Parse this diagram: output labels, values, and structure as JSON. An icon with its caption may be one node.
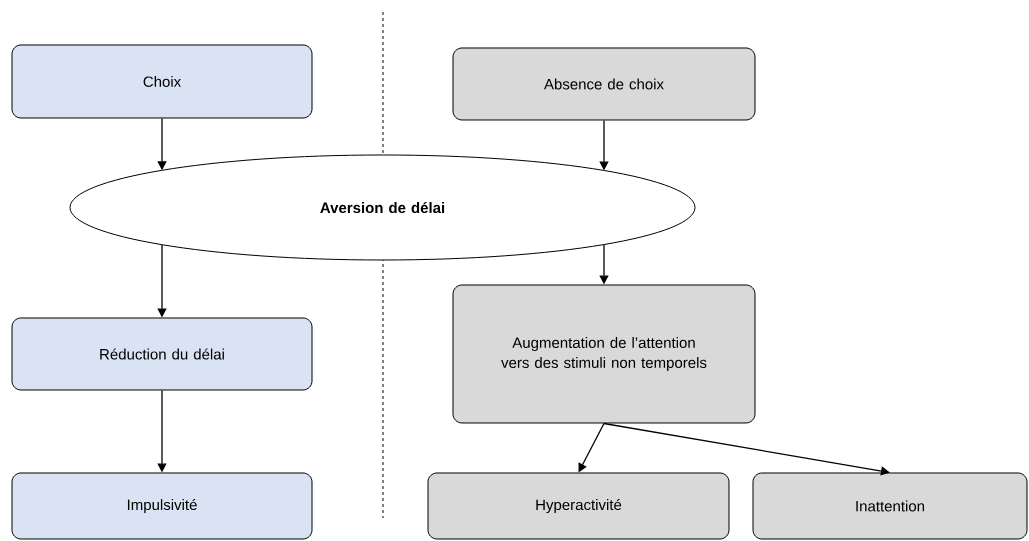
{
  "diagram": {
    "nodes": [
      {
        "text": [
          "Choix"
        ]
      },
      {
        "text": [
          "Absence de choix"
        ]
      },
      {
        "text": [
          "Aversion de délai"
        ]
      },
      {
        "text": [
          "Réduction du délai"
        ]
      },
      {
        "text": [
          "Augmentation de l’attention vers des stimuli non temporels"
        ]
      },
      {
        "text": [
          "Impulsivité"
        ]
      },
      {
        "text": [
          "Hyperactivité"
        ]
      },
      {
        "text": [
          "Inattention"
        ]
      }
    ],
    "edges": [
      {
        "from": 0,
        "to": 2,
        "arrow": "to"
      },
      {
        "from": 1,
        "to": 2,
        "arrow": "to"
      },
      {
        "from": 2,
        "to": 3,
        "arrow": "to"
      },
      {
        "from": 2,
        "to": 4,
        "arrow": "to"
      },
      {
        "from": 3,
        "to": 5,
        "arrow": "to"
      },
      {
        "from": 4,
        "to": 6,
        "arrow": "to"
      },
      {
        "from": 4,
        "to": 7,
        "arrow": "to"
      }
    ]
  }
}
